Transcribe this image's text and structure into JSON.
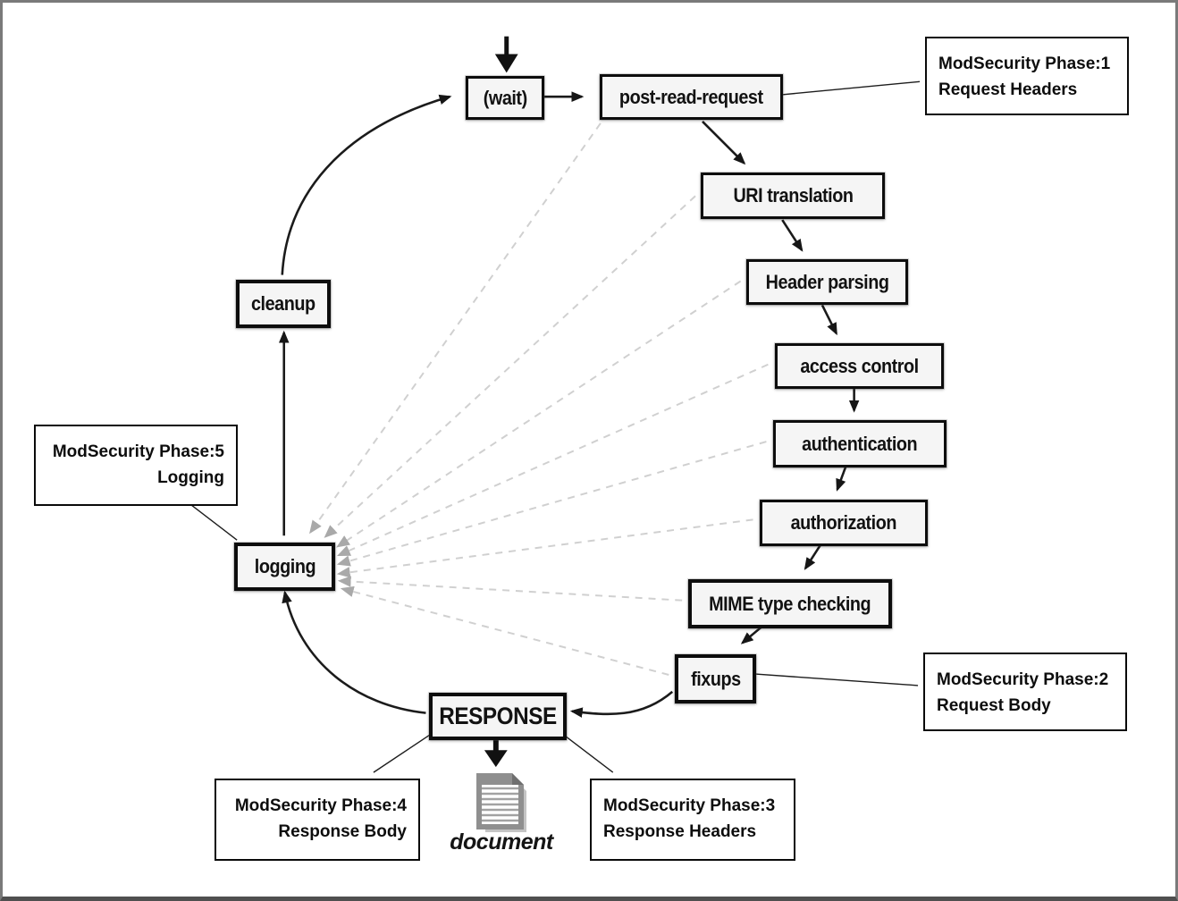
{
  "diagram": {
    "title_hint": "Apache request cycle with ModSecurity phases",
    "nodes": {
      "wait": "(wait)",
      "post_read_request": "post-read-request",
      "uri_translation": "URI translation",
      "header_parsing": "Header parsing",
      "access_control": "access control",
      "authentication": "authentication",
      "authorization": "authorization",
      "mime_type_checking": "MIME type checking",
      "fixups": "fixups",
      "response": "RESPONSE",
      "logging": "logging",
      "cleanup": "cleanup"
    },
    "document_label": "document",
    "callouts": {
      "phase1": {
        "line1": "ModSecurity Phase:1",
        "line2": "Request Headers"
      },
      "phase2": {
        "line1": "ModSecurity Phase:2",
        "line2": "Request Body"
      },
      "phase3": {
        "line1": "ModSecurity Phase:3",
        "line2": "Response Headers"
      },
      "phase4": {
        "line1": "ModSecurity Phase:4",
        "line2": "Response Body"
      },
      "phase5": {
        "line1": "ModSecurity Phase:5",
        "line2": "Logging"
      }
    },
    "colors": {
      "node_fill": "#f5f5f5",
      "node_border": "#0d0d0d",
      "solid_wire": "#1b1b1b",
      "dashed_wire": "#d0d0d0",
      "dashed_arrowhead": "#a9a9a9",
      "frame_border": "#7a7a7a",
      "document_page": "#8f8f8f",
      "document_shadow": "#c4c4c4"
    }
  }
}
